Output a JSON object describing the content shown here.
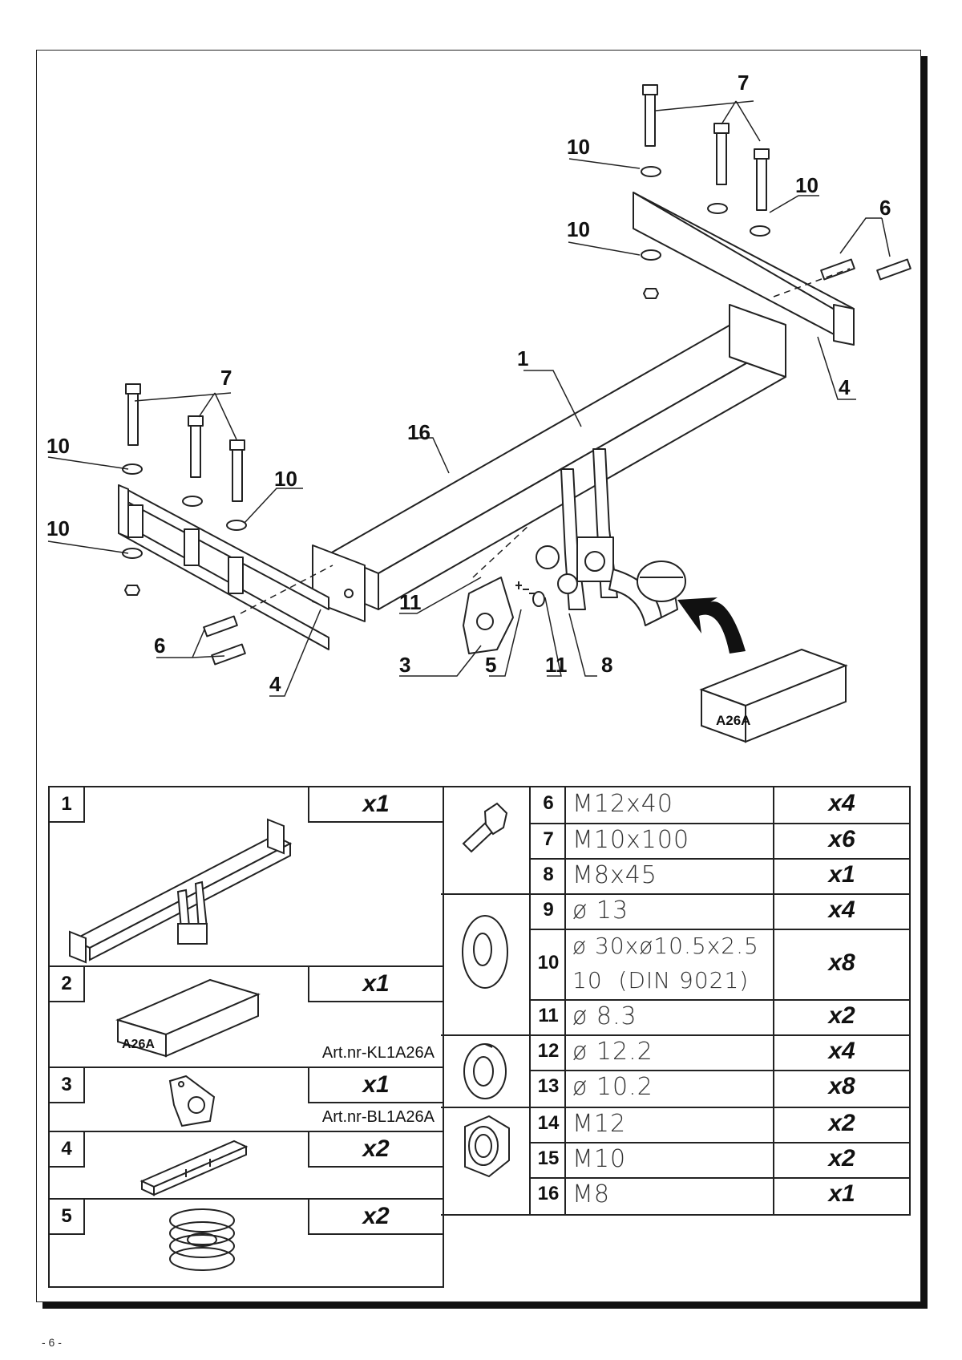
{
  "diagram": {
    "callouts": {
      "c1": "1",
      "c3": "3",
      "c4a": "4",
      "c4b": "4",
      "c5": "5",
      "c6a": "6",
      "c6b": "6",
      "c7a": "7",
      "c7b": "7",
      "c8": "8",
      "c10a": "10",
      "c10b": "10",
      "c10c": "10",
      "c10d": "10",
      "c10e": "10",
      "c10f": "10",
      "c11a": "11",
      "c11b": "11",
      "c16": "16"
    },
    "box_label": "A26A"
  },
  "parts_left": [
    {
      "num": "1",
      "qty": "x1"
    },
    {
      "num": "2",
      "qty": "x1",
      "box_label": "A26A",
      "art": "Art.nr-KL1A26A"
    },
    {
      "num": "3",
      "qty": "x1",
      "art": "Art.nr-BL1A26A"
    },
    {
      "num": "4",
      "qty": "x2"
    },
    {
      "num": "5",
      "qty": "x2"
    }
  ],
  "parts_right": [
    {
      "num": "6",
      "spec": "M12x40",
      "qty": "x4"
    },
    {
      "num": "7",
      "spec": "M10x100",
      "qty": "x6"
    },
    {
      "num": "8",
      "spec": "M8x45",
      "qty": "x1"
    },
    {
      "num": "9",
      "spec": "ø 13",
      "qty": "x4"
    },
    {
      "num": "10",
      "spec": "ø 30xø10.5x2.5",
      "spec2": "10  (DIN 9021)",
      "qty": "x8"
    },
    {
      "num": "11",
      "spec": "ø 8.3",
      "qty": "x2"
    },
    {
      "num": "12",
      "spec": "ø 12.2",
      "qty": "x4"
    },
    {
      "num": "13",
      "spec": "ø 10.2",
      "qty": "x8"
    },
    {
      "num": "14",
      "spec": "M12",
      "qty": "x2"
    },
    {
      "num": "15",
      "spec": "M10",
      "qty": "x2"
    },
    {
      "num": "16",
      "spec": "M8",
      "qty": "x1"
    }
  ],
  "footer": "- 6 -"
}
